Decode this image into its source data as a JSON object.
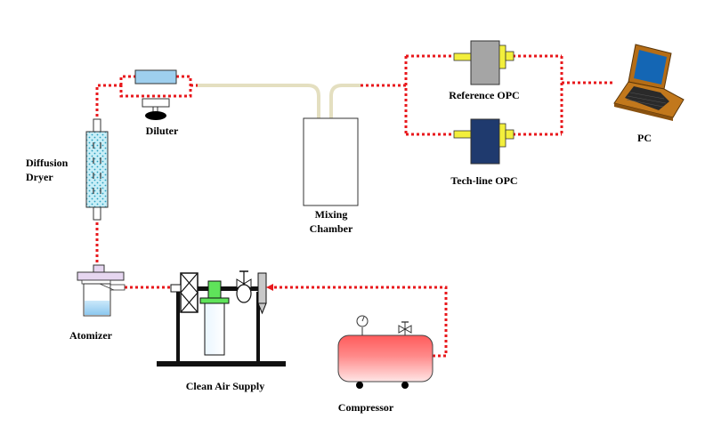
{
  "labels": {
    "diluter": "Diluter",
    "diffusion_dryer_line1": "Diffusion",
    "diffusion_dryer_line2": "Dryer",
    "mixing_chamber_line1": "Mixing",
    "mixing_chamber_line2": "Chamber",
    "reference_opc": "Reference OPC",
    "techline_opc": "Tech-line OPC",
    "pc": "PC",
    "atomizer": "Atomizer",
    "clean_air_supply": "Clean Air Supply",
    "compressor": "Compressor"
  },
  "colors": {
    "line": "#e8181c",
    "tube": "#f3f0dc",
    "diluter_body": "#9ecfee",
    "reference_opc_body": "#a5a5a5",
    "techline_opc_body": "#1f3a6e",
    "opc_port": "#f3ef3c",
    "dryer_fill": "#c8eef7",
    "atomizer_liquid": "#a9d6f2",
    "compressor_top": "#ff6a6a",
    "compressor_bottom": "#ffe0e0",
    "filter_green": "#5fe35a",
    "laptop_body": "#c2781c",
    "laptop_screen": "#1466b4"
  }
}
